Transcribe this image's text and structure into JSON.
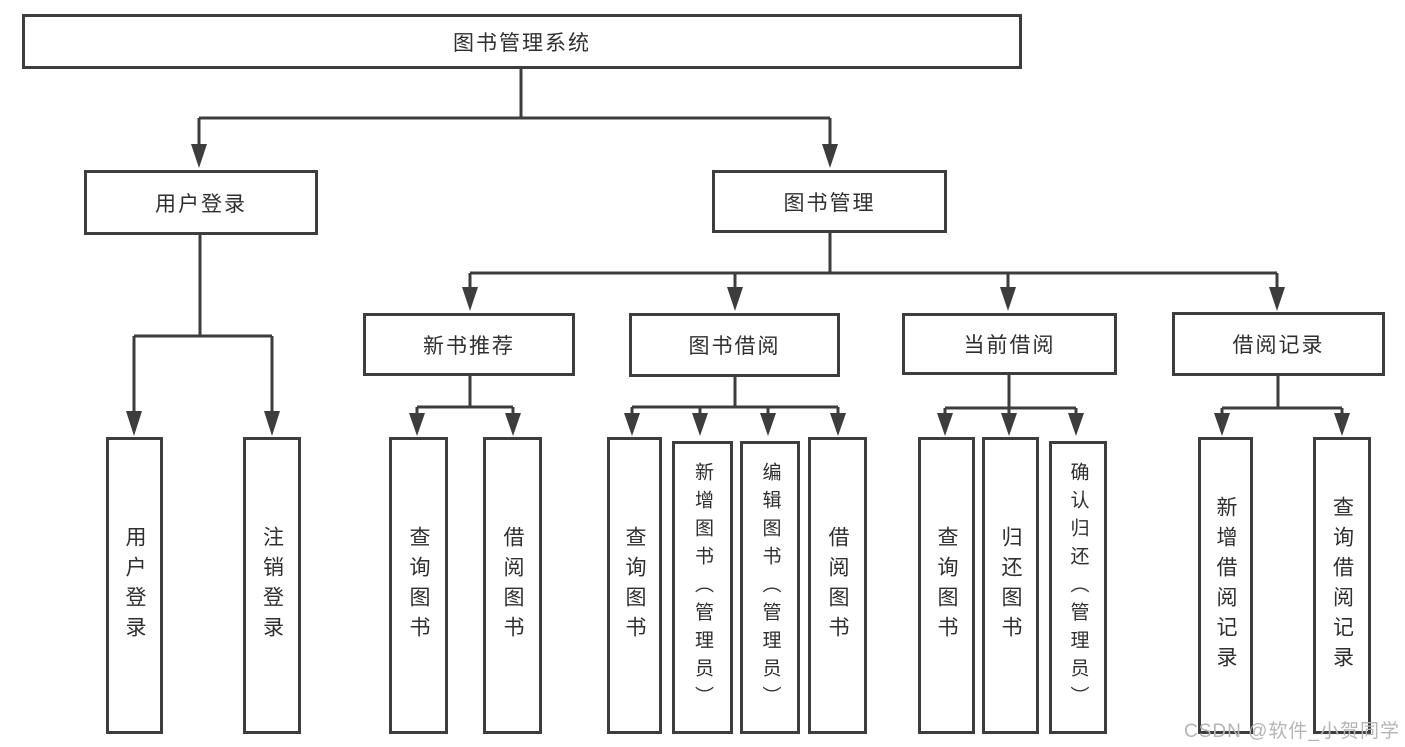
{
  "diagram": {
    "root": {
      "label": "图书管理系统"
    },
    "level2": [
      {
        "label": "用户登录"
      },
      {
        "label": "图书管理"
      }
    ],
    "level3": [
      {
        "label": "新书推荐"
      },
      {
        "label": "图书借阅"
      },
      {
        "label": "当前借阅"
      },
      {
        "label": "借阅记录"
      }
    ],
    "leaves": [
      {
        "label": "用户登录"
      },
      {
        "label": "注销登录"
      },
      {
        "label": "查询图书"
      },
      {
        "label": "借阅图书"
      },
      {
        "label": "查询图书"
      },
      {
        "label": "新增图书（管理员）"
      },
      {
        "label": "编辑图书（管理员）"
      },
      {
        "label": "借阅图书"
      },
      {
        "label": "查询图书"
      },
      {
        "label": "归还图书"
      },
      {
        "label": "确认归还（管理员）"
      },
      {
        "label": "新增借阅记录"
      },
      {
        "label": "查询借阅记录"
      }
    ]
  },
  "watermark": {
    "text": "CSDN @软件_小贺同学"
  },
  "colors": {
    "line": "#3d3d3d",
    "border": "#3d3d3d",
    "text": "#2f2f2f",
    "box_fill": "#ffffff",
    "background": "#ffffff",
    "watermark": "#b5b5b5"
  }
}
